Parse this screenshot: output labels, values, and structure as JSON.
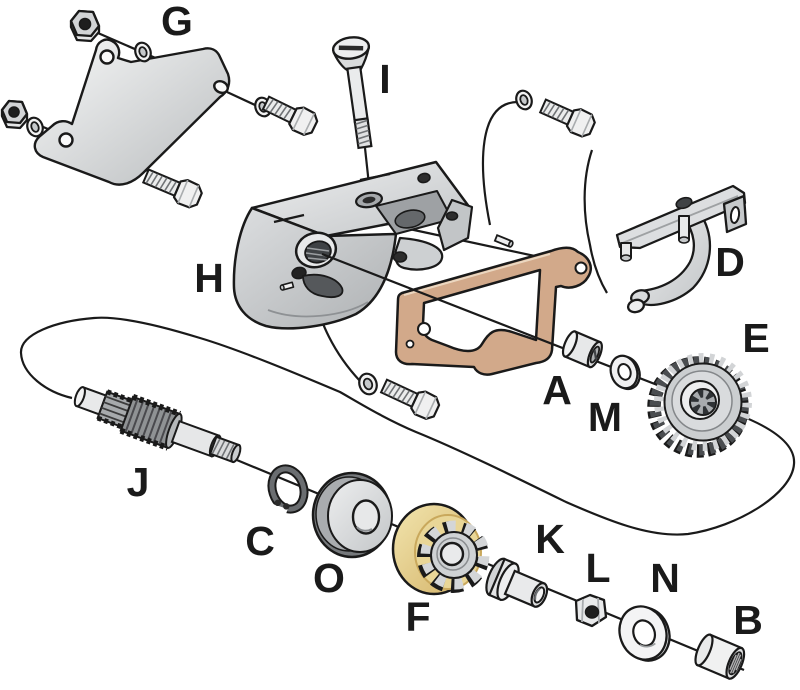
{
  "diagram": {
    "background": "#ffffff",
    "line_color": "#1a1a1a",
    "gasket_color": "#D2A98A",
    "clutch_ring_color": "#E9D697",
    "label_color": "#1a1a1a",
    "labels": {
      "A": "A",
      "B": "B",
      "C": "C",
      "D": "D",
      "E": "E",
      "F": "F",
      "G": "G",
      "H": "H",
      "I": "I",
      "J": "J",
      "K": "K",
      "L": "L",
      "M": "M",
      "N": "N",
      "O": "O"
    }
  }
}
